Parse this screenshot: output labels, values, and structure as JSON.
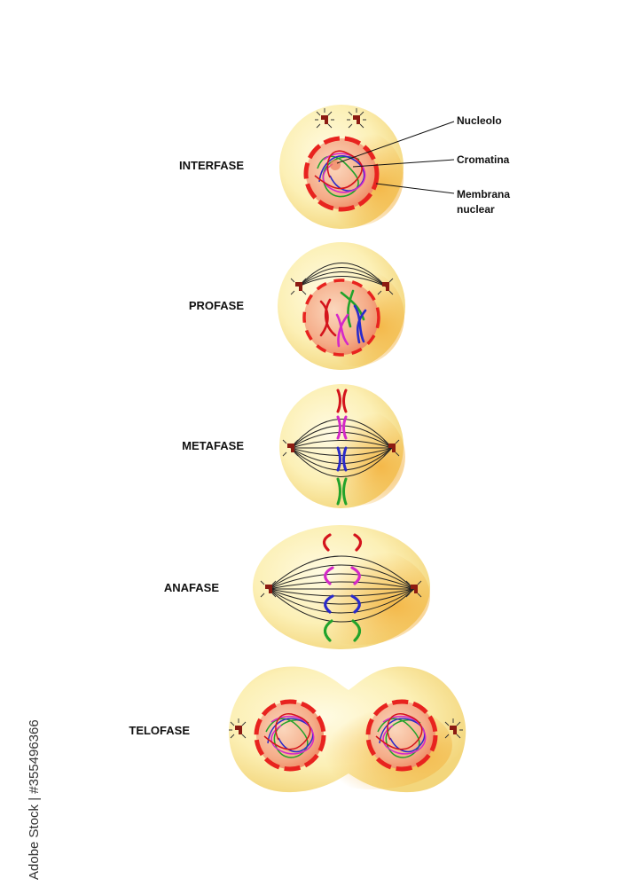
{
  "phases": [
    {
      "id": "interfase",
      "label": "INTERFASE"
    },
    {
      "id": "profase",
      "label": "PROFASE"
    },
    {
      "id": "metafase",
      "label": "METAFASE"
    },
    {
      "id": "anafase",
      "label": "ANAFASE"
    },
    {
      "id": "telofase",
      "label": "TELOFASE"
    }
  ],
  "callouts": {
    "nucleolo": "Nucleolo",
    "cromatina": "Cromatina",
    "membrana_line1": "Membrana",
    "membrana_line2": "nuclear"
  },
  "watermark": "Adobe Stock | #355496366",
  "colors": {
    "cytoplasm": "#fbeeb0",
    "cytoplasm_edge": "#f4d77c",
    "nucleus": "#f6b48e",
    "membrane": "#e8231f",
    "centrosome": "#8c1b12",
    "spindle": "#222222",
    "chrom_red": "#d4141c",
    "chrom_magenta": "#d528c8",
    "chrom_blue": "#2a2acb",
    "chrom_green": "#22a32b"
  }
}
